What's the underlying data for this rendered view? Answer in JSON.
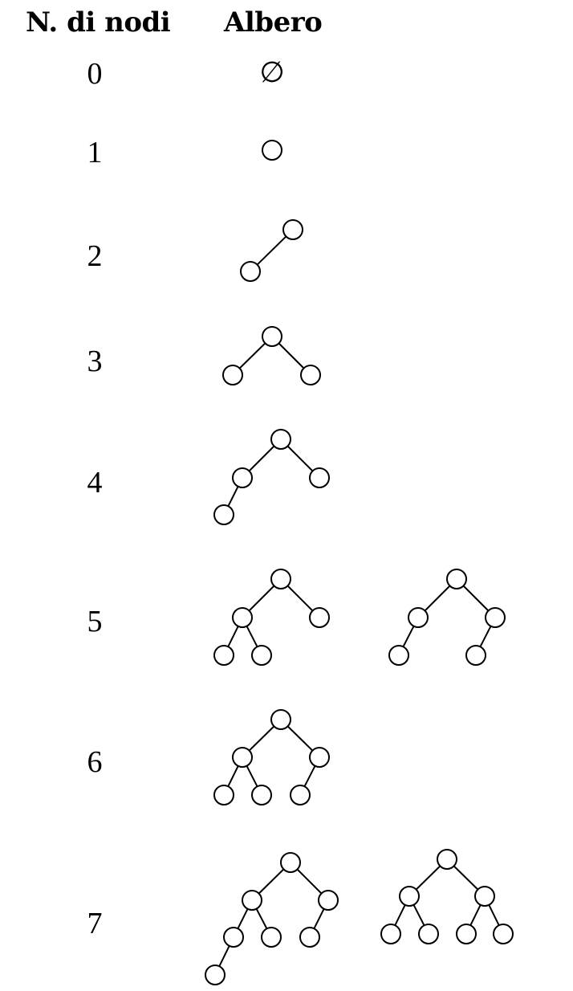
{
  "headers": {
    "count": "N. di nodi",
    "tree": "Albero"
  },
  "empty_symbol": "∅",
  "rows": [
    {
      "count": "0",
      "trees": []
    },
    {
      "count": "1",
      "trees": [
        {
          "nodes": 1,
          "structure": "root"
        }
      ]
    },
    {
      "count": "2",
      "trees": [
        {
          "nodes": 2,
          "structure": "root with left child"
        }
      ]
    },
    {
      "count": "3",
      "trees": [
        {
          "nodes": 3,
          "structure": "complete"
        }
      ]
    },
    {
      "count": "4",
      "trees": [
        {
          "nodes": 4,
          "structure": "complete"
        }
      ]
    },
    {
      "count": "5",
      "trees": [
        {
          "nodes": 5,
          "structure": "complete"
        },
        {
          "nodes": 5,
          "structure": "balanced"
        }
      ]
    },
    {
      "count": "6",
      "trees": [
        {
          "nodes": 6,
          "structure": "complete"
        }
      ]
    },
    {
      "count": "7",
      "trees": [
        {
          "nodes": 7,
          "structure": "left-heavy"
        },
        {
          "nodes": 7,
          "structure": "complete"
        }
      ]
    }
  ]
}
